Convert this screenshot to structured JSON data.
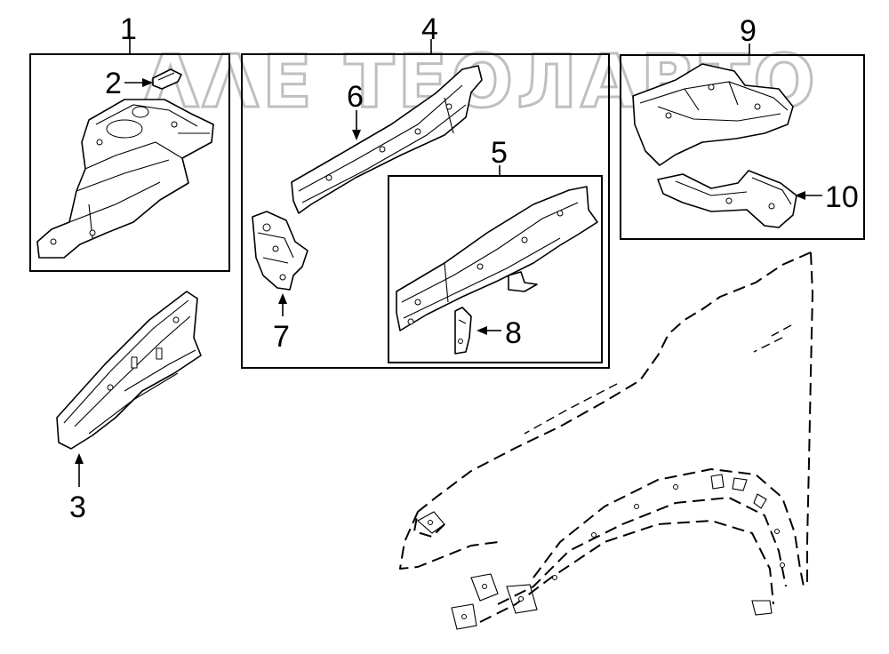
{
  "watermark": "ΛΛΕ ТЕОЛΑВТО",
  "callouts": {
    "c1": "1",
    "c2": "2",
    "c3": "3",
    "c4": "4",
    "c5": "5",
    "c6": "6",
    "c7": "7",
    "c8": "8",
    "c9": "9",
    "c10": "10"
  }
}
